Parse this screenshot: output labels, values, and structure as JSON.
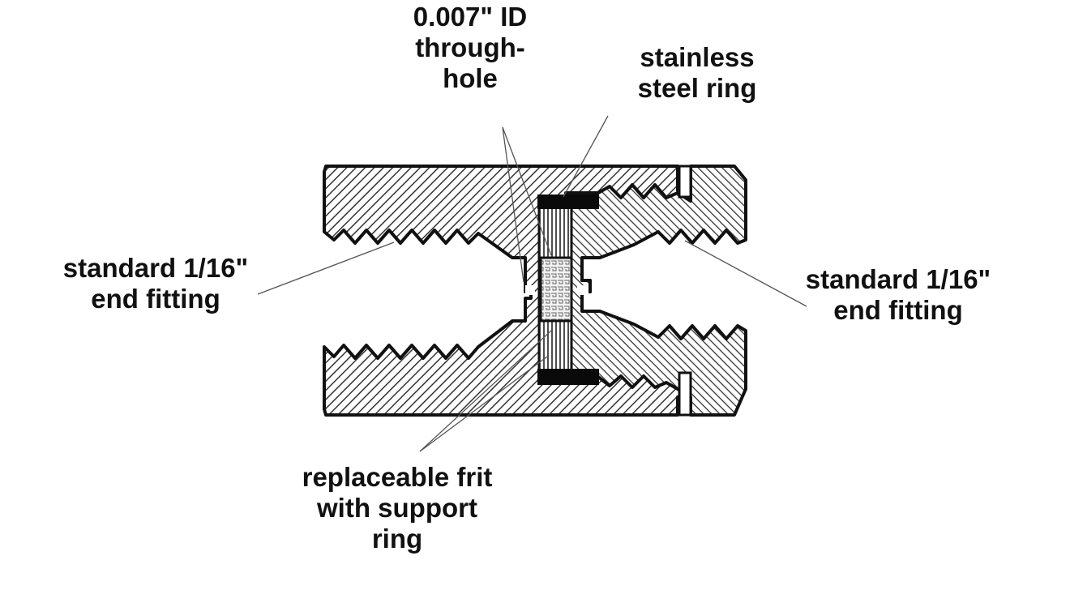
{
  "diagram": {
    "title": "Inline filter cross-section",
    "colors": {
      "outline": "#111111",
      "hatch": "#333333",
      "ring": "#0a0a0a",
      "leader": "#555555",
      "background": "#ffffff"
    },
    "labels": {
      "through_hole": {
        "lines": [
          "0.007\" ID",
          "through-",
          "hole"
        ]
      },
      "steel_ring": {
        "lines": [
          "stainless",
          "steel ring"
        ]
      },
      "end_fitting_left": {
        "lines": [
          "standard 1/16\"",
          "end fitting"
        ]
      },
      "end_fitting_right": {
        "lines": [
          "standard 1/16\"",
          "end fitting"
        ]
      },
      "frit": {
        "lines": [
          "replaceable frit",
          "with support",
          "ring"
        ]
      }
    },
    "components": [
      {
        "id": "housing-left",
        "name": "left housing body",
        "hatch": "diagonal-ccw"
      },
      {
        "id": "housing-right",
        "name": "right housing body",
        "hatch": "diagonal-cw"
      },
      {
        "id": "steel-ring-top",
        "name": "stainless steel ring (top)",
        "fill": "solid"
      },
      {
        "id": "steel-ring-bottom",
        "name": "stainless steel ring (bottom)",
        "fill": "solid"
      },
      {
        "id": "support-ring",
        "name": "support ring",
        "hatch": "vertical"
      },
      {
        "id": "frit",
        "name": "replaceable frit",
        "hatch": "mesh"
      }
    ]
  }
}
